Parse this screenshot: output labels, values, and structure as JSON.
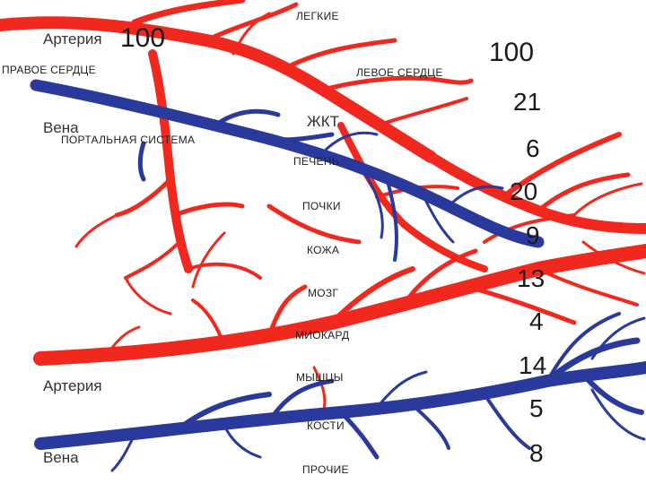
{
  "colors": {
    "artery": "#f0281e",
    "vein": "#2a3a9c"
  },
  "labels": {
    "lungs": "ЛЕГКИЕ",
    "artery_top": "Артерия",
    "right_heart": "ПРАВОЕ СЕРДЦЕ",
    "left_heart": "ЛЕВОЕ СЕРДЦЕ",
    "vein_top": "Вена",
    "portal": "ПОРТАЛЬНАЯ СИСТЕМА",
    "gut": "ЖКТ",
    "liver": "ПЕЧЕНЬ",
    "kidneys": "ПОЧКИ",
    "skin": "КОЖА",
    "brain": "МОЗГ",
    "myocard": "МИОКАРД",
    "muscles": "МЫШЦЫ",
    "artery_bottom": "Артерия",
    "bones": "КОСТИ",
    "vein_bottom": "Вена",
    "other": "ПРОЧИЕ"
  },
  "numbers": {
    "left": "100",
    "right": [
      "100",
      "21",
      "6",
      "20",
      "9",
      "13",
      "4",
      "14",
      "5",
      "8"
    ]
  }
}
